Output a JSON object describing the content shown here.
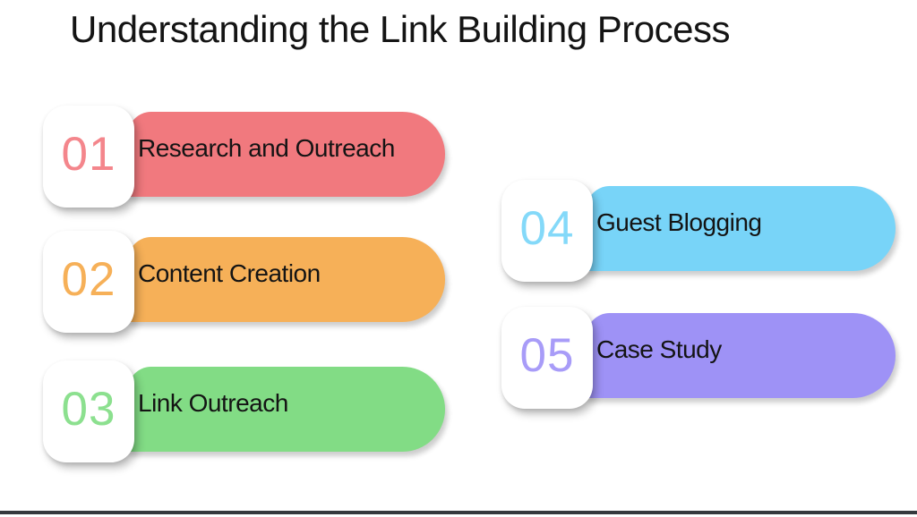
{
  "title": "Understanding the Link Building Process",
  "steps": [
    {
      "number": "01",
      "label": "Research and Outreach",
      "pill_color": "#f1797e",
      "number_color": "#f4868c"
    },
    {
      "number": "02",
      "label": "Content Creation",
      "pill_color": "#f6b058",
      "number_color": "#f6b058"
    },
    {
      "number": "03",
      "label": "Link Outreach",
      "pill_color": "#82dc85",
      "number_color": "#8ce08f"
    },
    {
      "number": "04",
      "label": "Guest Blogging",
      "pill_color": "#78d4f8",
      "number_color": "#84d9f9"
    },
    {
      "number": "05",
      "label": "Case Study",
      "pill_color": "#9e92f6",
      "number_color": "#a89cf8"
    }
  ],
  "footer": {
    "bar_color": "#35393d"
  },
  "colors": {
    "background": "#ffffff",
    "text": "#141414"
  }
}
